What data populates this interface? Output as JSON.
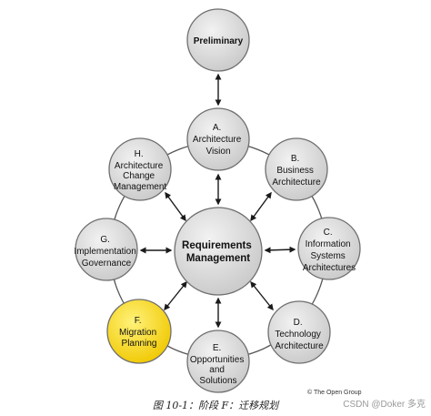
{
  "nodes": {
    "preliminary": {
      "lines": [
        "Preliminary"
      ]
    },
    "a": {
      "lines": [
        "A.",
        "Architecture",
        "Vision"
      ]
    },
    "b": {
      "lines": [
        "B.",
        "Business",
        "Architecture"
      ]
    },
    "c": {
      "lines": [
        "C.",
        "Information",
        "Systems",
        "Architectures"
      ]
    },
    "d": {
      "lines": [
        "D.",
        "Technology",
        "Architecture"
      ]
    },
    "e": {
      "lines": [
        "E.",
        "Opportunities",
        "and",
        "Solutions"
      ]
    },
    "f": {
      "lines": [
        "F.",
        "Migration",
        "Planning"
      ]
    },
    "g": {
      "lines": [
        "G.",
        "Implementation",
        "Governance"
      ]
    },
    "h": {
      "lines": [
        "H.",
        "Architecture",
        "Change",
        "Management"
      ]
    },
    "center": {
      "lines": [
        "Requirements",
        "Management"
      ]
    }
  },
  "colors": {
    "node_fill": "#d9d9d9",
    "node_stroke": "#6f6f6f",
    "highlight_fill": "#f3d21c",
    "center_fill": "#d5d5d5",
    "ring": "#555555",
    "arrow": "#1a1a1a"
  },
  "copyright": "© The Open Group",
  "caption": "图 10-1：阶段 F：迁移规划",
  "watermark": "CSDN @Doker 多克"
}
